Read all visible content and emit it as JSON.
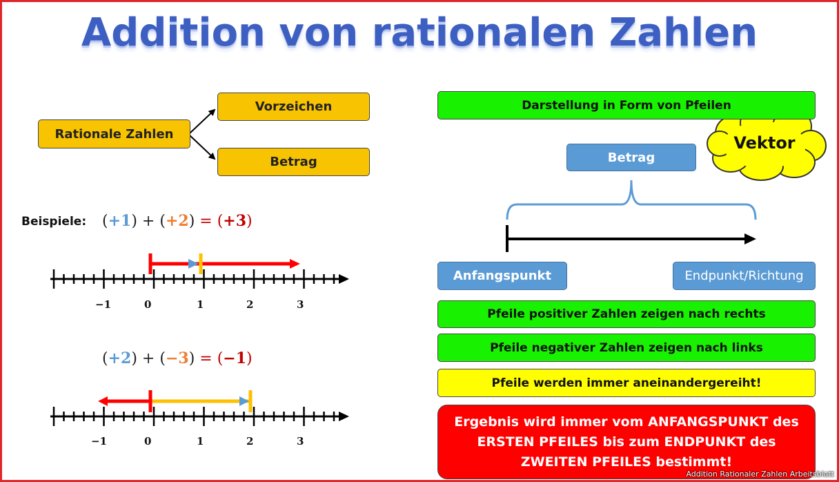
{
  "title": "Addition von rationalen Zahlen",
  "left": {
    "root": "Rationale Zahlen",
    "branch_top": "Vorzeichen",
    "branch_bottom": "Betrag",
    "examples_label": "Beispiele:",
    "example1": {
      "a": "+1",
      "b": "+2",
      "result": "+3"
    },
    "example2": {
      "a": "+2",
      "b": "−3",
      "result": "−1"
    },
    "number_line1_ticks": [
      "−1",
      "0",
      "1",
      "2",
      "3"
    ],
    "number_line2_ticks": [
      "−1",
      "0",
      "1",
      "2",
      "3"
    ]
  },
  "right": {
    "header": "Darstellung in Form von Pfeilen",
    "cloud": "Vektor",
    "betrag": "Betrag",
    "start": "Anfangspunkt",
    "end": "Endpunkt/Richtung",
    "rule1": "Pfeile positiver Zahlen zeigen nach rechts",
    "rule2": "Pfeile negativer Zahlen zeigen nach links",
    "rule3": "Pfeile werden immer aneinandergereiht!",
    "result_rule": "Ergebnis wird immer vom ANFANGSPUNKT des ERSTEN PFEILES bis zum ENDPUNKT des ZWEITEN PFEILES bestimmt!"
  },
  "footer": "Addition Rationaler Zahlen Arbeitsblatt",
  "colors": {
    "orange": "#f8c300",
    "green": "#18f200",
    "blue": "#5b9bd5",
    "yellow": "#ffff00",
    "red": "#ff0000",
    "arrow_orange": "#ffc000",
    "border": "#e0262a"
  }
}
